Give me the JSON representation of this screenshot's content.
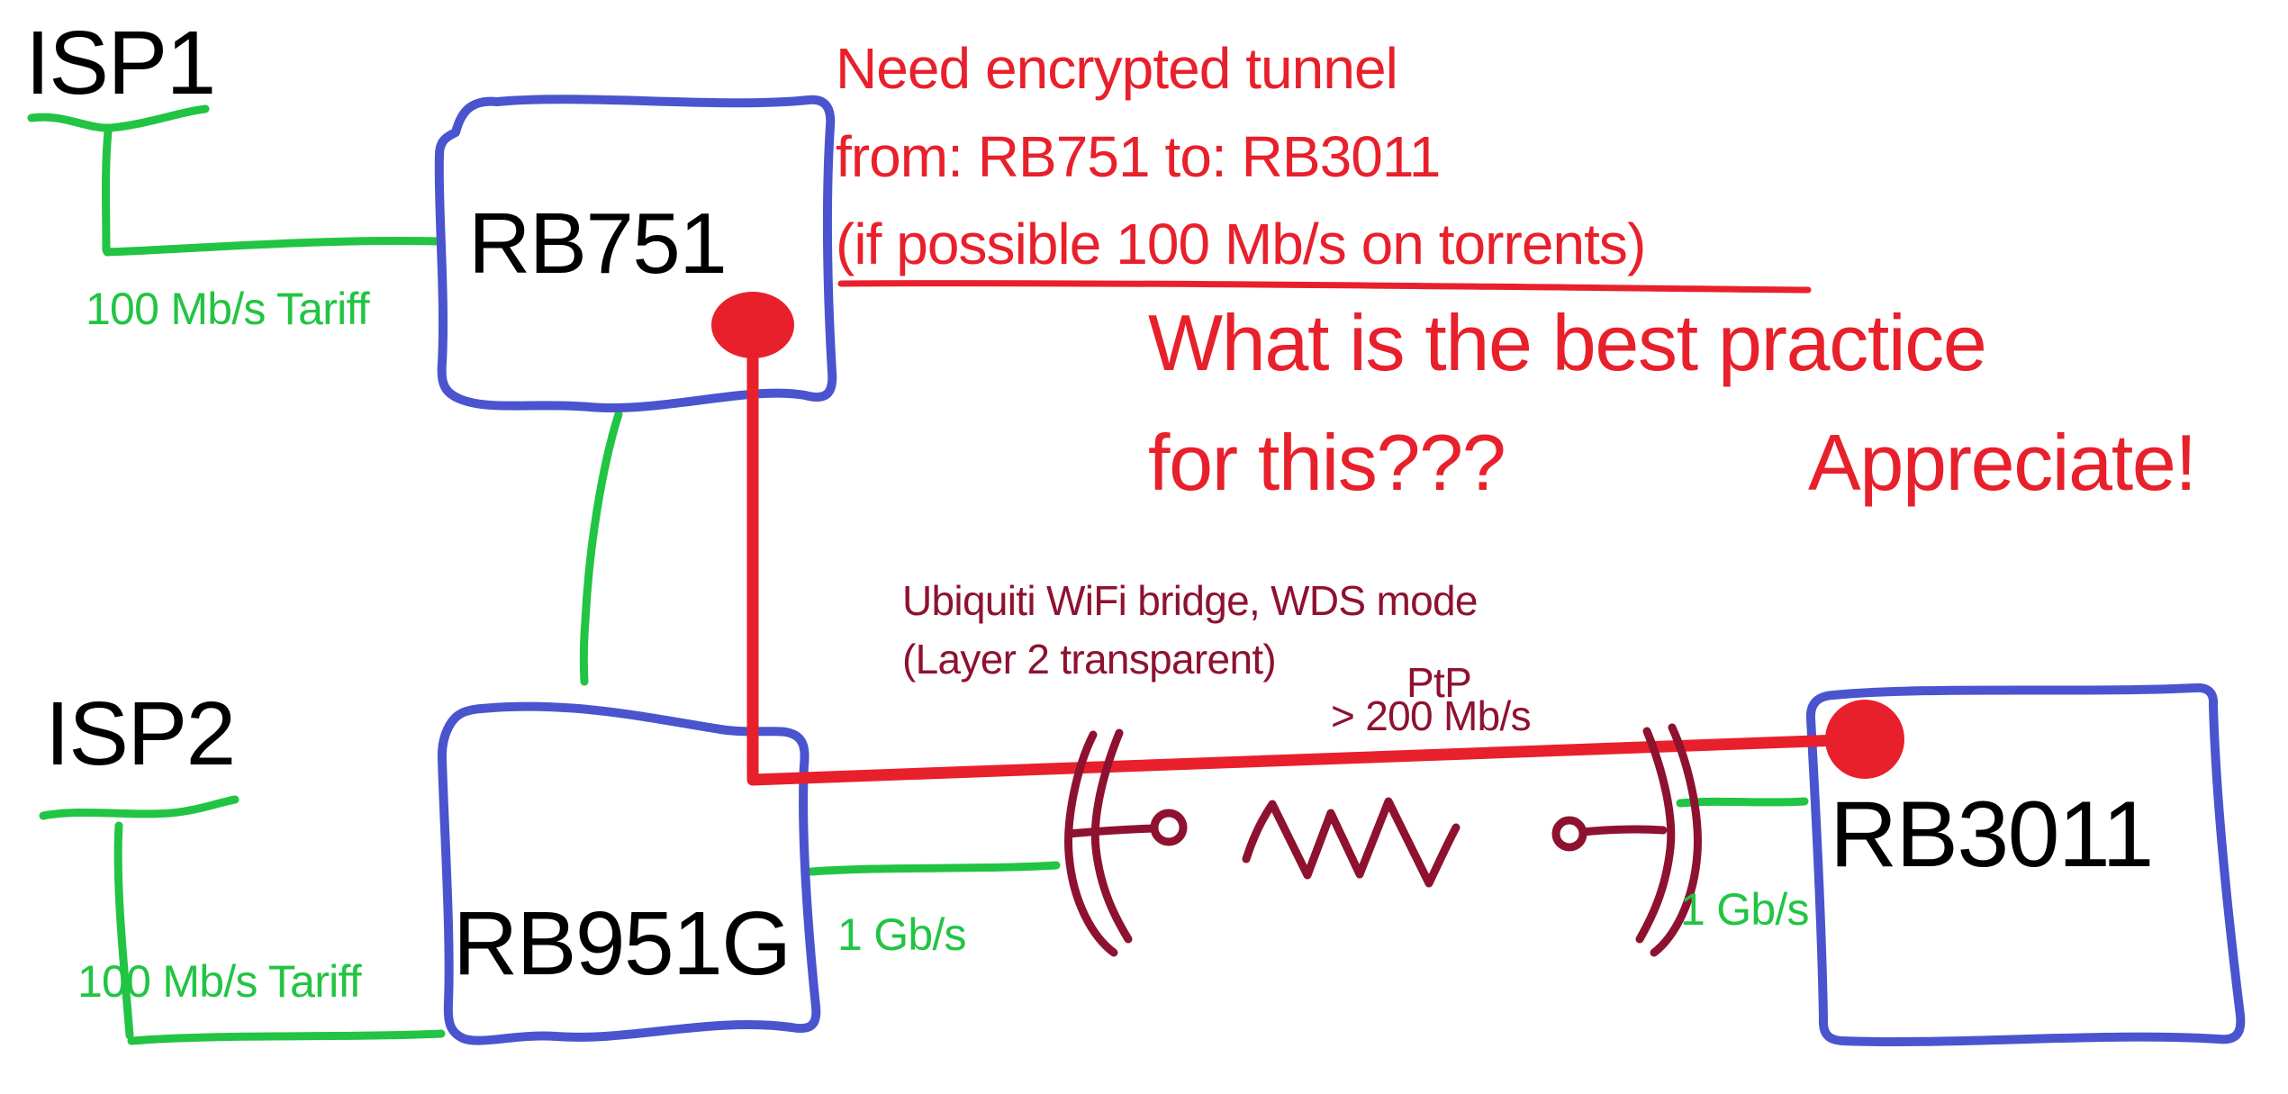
{
  "colors": {
    "green": "#22c443",
    "blue": "#4a54cf",
    "red": "#e8202b",
    "maroon": "#8e1230",
    "ink": "#000000"
  },
  "nodes": {
    "isp1": {
      "label": "ISP1"
    },
    "isp2": {
      "label": "ISP2"
    },
    "rb751": {
      "label": "RB751"
    },
    "rb951g": {
      "label": "RB951G"
    },
    "rb3011": {
      "label": "RB3011"
    }
  },
  "links": {
    "isp1_tariff": "100 Mb/s Tariff",
    "isp2_tariff": "100 Mb/s Tariff",
    "lan_left_speed": "1 Gb/s",
    "lan_right_speed": "1 Gb/s"
  },
  "annotations": {
    "question_line1": "Need encrypted tunnel",
    "question_line2": "from: RB751 to: RB3011",
    "question_line3": "(if possible 100 Mb/s on torrents)",
    "big_question_line1": "What is the best practice",
    "big_question_line2": "for this???",
    "thanks": "Appreciate!",
    "bridge_line1": "Ubiquiti WiFi bridge, WDS mode",
    "bridge_line2": "(Layer 2 transparent)",
    "ptp_label": "PtP",
    "ptp_speed": "> 200 Mb/s"
  }
}
